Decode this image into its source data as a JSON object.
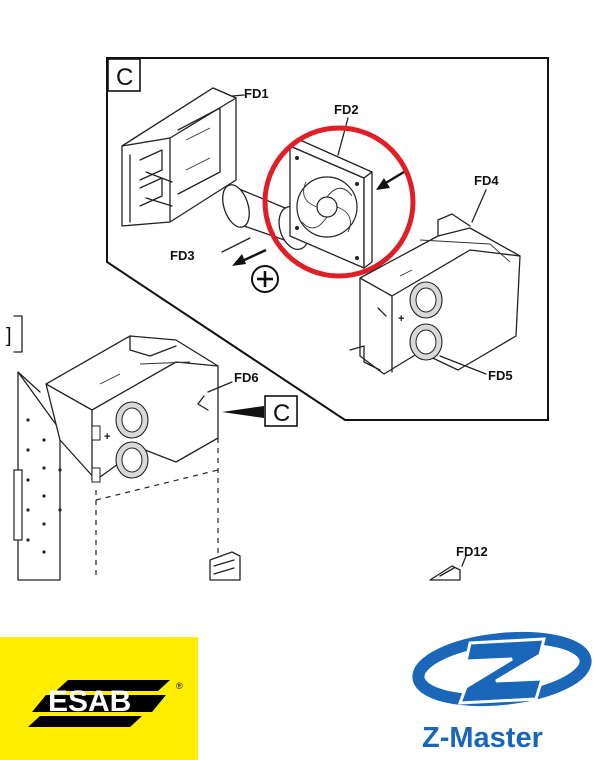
{
  "diagram": {
    "detail_box_label": "C",
    "callout_label": "C",
    "left_partial_label": "]",
    "parts": {
      "fd1": "FD1",
      "fd2": "FD2",
      "fd3": "FD3",
      "fd4": "FD4",
      "fd5": "FD5",
      "fd6": "FD6",
      "fd12": "FD12"
    },
    "highlight_color": "#e01e26"
  },
  "logos": {
    "esab": {
      "text": "ESAB",
      "registered": "®",
      "background_color": "#ffed00",
      "stripe_color": "#000000"
    },
    "zmaster": {
      "text": "Z-Master",
      "color": "#1a66b8"
    }
  }
}
